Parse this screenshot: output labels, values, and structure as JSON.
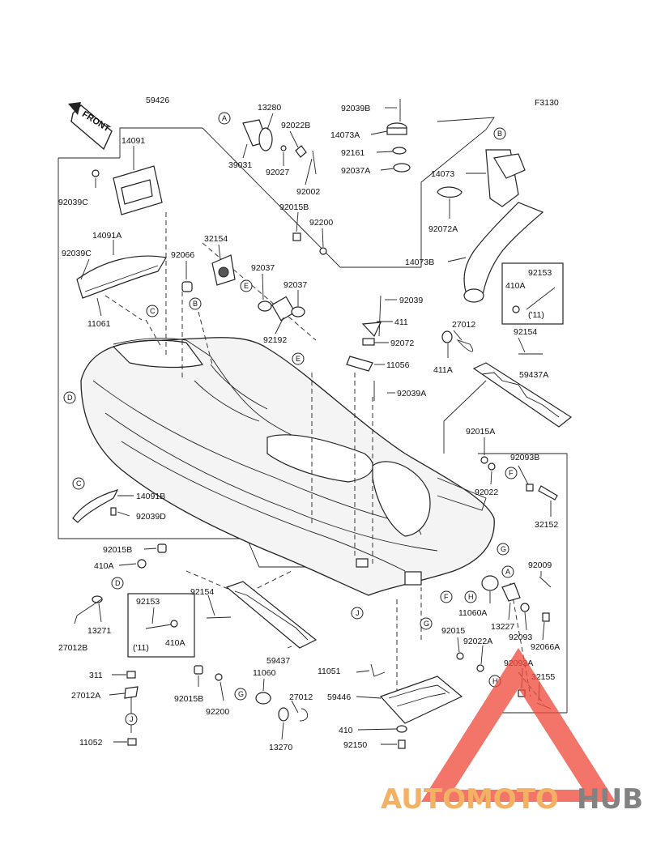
{
  "figure_code": "F3130",
  "front_tag": "FRONT",
  "watermark": {
    "left": "AUTOMOTO",
    "right": "HUB",
    "left_color": "#f2a44a",
    "right_color": "#6d6d6d",
    "mark_color": "#f04a3c"
  },
  "ref_letters": [
    "A",
    "B",
    "C",
    "D",
    "E",
    "F",
    "G",
    "H",
    "J"
  ],
  "parts": {
    "p59426": "59426",
    "p14091": "14091",
    "p92039C_1": "92039C",
    "p14091A": "14091A",
    "p92039C_2": "92039C",
    "p11061": "11061",
    "p92066": "92066",
    "p32154": "32154",
    "p39031": "39031",
    "p13280": "13280",
    "p92022B": "92022B",
    "p92027": "92027",
    "p92002": "92002",
    "p92015B_1": "92015B",
    "p92200_1": "92200",
    "p92037_1": "92037",
    "p92037_2": "92037",
    "p92192": "92192",
    "p92039B": "92039B",
    "p14073A": "14073A",
    "p92161": "92161",
    "p92037A": "92037A",
    "p14073": "14073",
    "p92072A": "92072A",
    "p14073B": "14073B",
    "p92153_1": "92153",
    "p410A_1": "410A",
    "p11_1": "('11)",
    "p92039": "92039",
    "p411": "411",
    "p92072": "92072",
    "p11056": "11056",
    "p27012": "27012",
    "p411A": "411A",
    "p92154_1": "92154",
    "p59437A": "59437A",
    "p92039A": "92039A",
    "p92015A": "92015A",
    "p92093B": "92093B",
    "p92022": "92022",
    "p32152": "32152",
    "p14091B": "14091B",
    "p92039D": "92039D",
    "p92015B_2": "92015B",
    "p410A_2": "410A",
    "p13271": "13271",
    "p27012B": "27012B",
    "p92153_2": "92153",
    "p11_2": "('11)",
    "p410A_3": "410A",
    "p92154_2": "92154",
    "p59437": "59437",
    "p92009": "92009",
    "p11060A": "11060A",
    "p13227": "13227",
    "p92093": "92093",
    "p92066A": "92066A",
    "p92015": "92015",
    "p92022A": "92022A",
    "p92093A": "92093A",
    "p32155": "32155",
    "p311": "311",
    "p27012A": "27012A",
    "p11052": "11052",
    "p92015B_3": "92015B",
    "p92200_2": "92200",
    "p11060": "11060",
    "p27012_2": "27012",
    "p13270": "13270",
    "p11051": "11051",
    "p59446": "59446",
    "p410": "410",
    "p92150": "92150"
  }
}
